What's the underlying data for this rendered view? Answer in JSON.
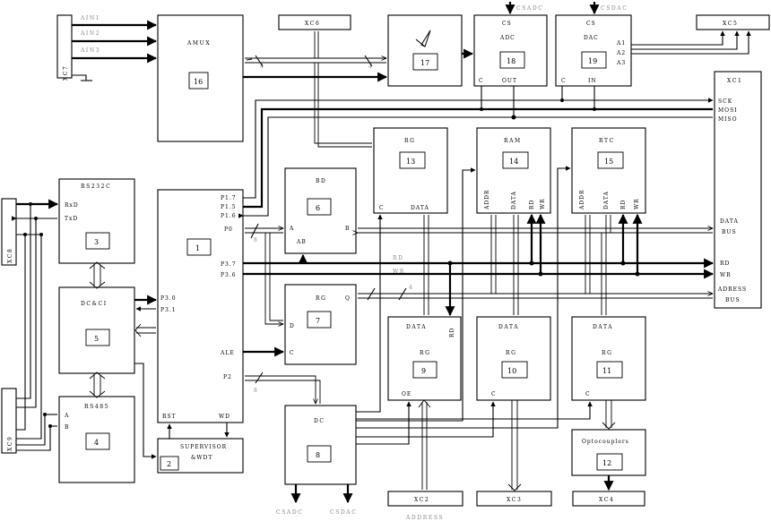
{
  "blocks": {
    "amux": {
      "label": "AMUX",
      "num": "16"
    },
    "ctrl": {
      "num": "17"
    },
    "adc": {
      "title1": "CS",
      "title2": "ADC",
      "num": "18",
      "pin_c": "C",
      "pin_out": "OUT"
    },
    "dac": {
      "title1": "CS",
      "title2": "DAC",
      "num": "19",
      "pin_c": "C",
      "pin_in": "IN",
      "a1": "A1",
      "a2": "A2",
      "a3": "A3"
    },
    "rs232": {
      "label": "RS232C",
      "rxd": "RxD",
      "txd": "TxD",
      "num": "3"
    },
    "dcci": {
      "label": "DC&CI",
      "num": "5"
    },
    "rs485": {
      "label": "RS485",
      "a": "A",
      "b": "B",
      "num": "4"
    },
    "mcu": {
      "num": "1",
      "p17": "P1.7",
      "p15": "P1.5",
      "p16": "P1.6",
      "p0": "P0",
      "p37": "P3.7",
      "p36": "P3.6",
      "p30": "P3.0",
      "p31": "P3.1",
      "ale": "ALE",
      "p2": "P2",
      "rst": "RST",
      "wd": "WD"
    },
    "supervisor": {
      "l1": "SUPERVISOR",
      "l2": "&WDT",
      "num": "2"
    },
    "bd": {
      "label": "BD",
      "num": "6",
      "a": "A",
      "b": "B",
      "ab": "AB"
    },
    "rg7": {
      "label": "RG",
      "num": "7",
      "d": "D",
      "c": "C",
      "q": "Q"
    },
    "dc8": {
      "label": "DC",
      "num": "8"
    },
    "rg13": {
      "label": "RG",
      "num": "13",
      "c": "C",
      "data": "DATA"
    },
    "ram": {
      "label": "RAM",
      "num": "14",
      "addr": "ADDR",
      "data": "DATA",
      "rd": "RD",
      "wr": "WR"
    },
    "rtc": {
      "label": "RTC",
      "num": "15",
      "addr": "ADDR",
      "data": "DATA",
      "rd": "RD",
      "wr": "WR"
    },
    "rg9": {
      "data": "DATA",
      "label": "RG",
      "num": "9",
      "oe": "OE",
      "rd": "RD"
    },
    "rg10": {
      "data": "DATA",
      "label": "RG",
      "num": "10",
      "c": "C"
    },
    "rg11": {
      "data": "DATA",
      "label": "RG",
      "num": "11",
      "c": "C"
    },
    "opto": {
      "label": "Optocouplers",
      "num": "12"
    }
  },
  "connectors": {
    "xc1": {
      "label": "XC1",
      "sck": "SCK",
      "mosi": "MOSI",
      "miso": "MISO",
      "databus1": "DATA",
      "databus2": "BUS",
      "rd": "RD",
      "wr": "WR",
      "addrbus1": "ADRESS",
      "addrbus2": "BUS"
    },
    "xc2": "XC2",
    "xc3": "XC3",
    "xc4": "XC4",
    "xc5": "XC5",
    "xc6": "XC6",
    "xc7": "XC7",
    "xc8": "XC8",
    "xc9": "XC9"
  },
  "signals": {
    "ain1": "AIN1",
    "ain2": "AIN2",
    "ain3": "AIN3",
    "cs_adc_top": "CSADC",
    "cs_dac_top": "CSDAC",
    "cs_adc_bottom": "CSADC",
    "cs_dac_bottom": "CSDAC",
    "address": "ADDRESS",
    "rd_mid": "RD",
    "wr_mid": "WR",
    "bus_width_4": "4",
    "bus_width_8": "8"
  }
}
